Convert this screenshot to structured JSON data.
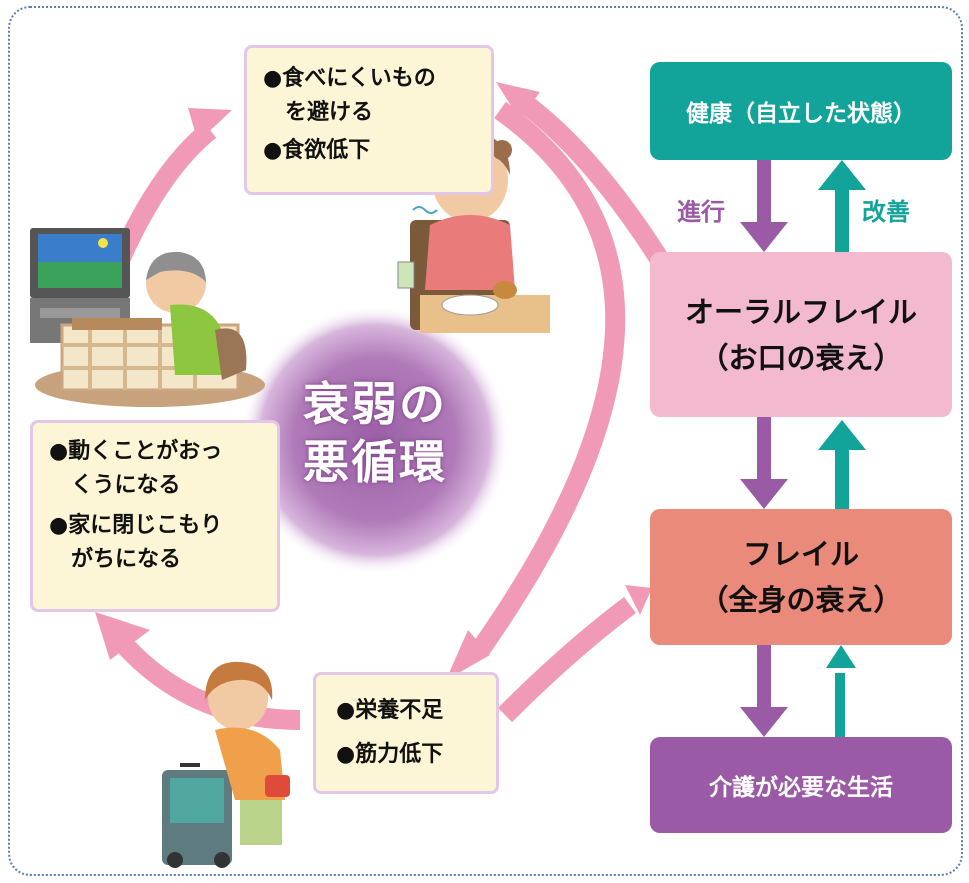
{
  "cycle": {
    "title_line1": "衰弱の",
    "title_line2": "悪循環"
  },
  "notes": {
    "top": [
      "●食べにくいもの",
      "　を避ける",
      "●食欲低下"
    ],
    "left": [
      "●動くことがおっ",
      "　くうになる",
      "●家に閉じこもり",
      "　がちになる"
    ],
    "bottom": [
      "●栄養不足",
      "●筋力低下"
    ]
  },
  "stages": {
    "health": "健康（自立した状態）",
    "oral_frail_line1": "オーラルフレイル",
    "oral_frail_line2": "（お口の衰え）",
    "frail_line1": "フレイル",
    "frail_line2": "（全身の衰え）",
    "care": "介護が必要な生活"
  },
  "arrows": {
    "progress": "進行",
    "improve": "改善"
  },
  "colors": {
    "teal": "#12a39a",
    "pink": "#f3b9cf",
    "salmon": "#ea8a7b",
    "purple": "#9a5aa5",
    "cycle_pink": "#f19ab8",
    "note_bg": "#fdf6d6"
  }
}
